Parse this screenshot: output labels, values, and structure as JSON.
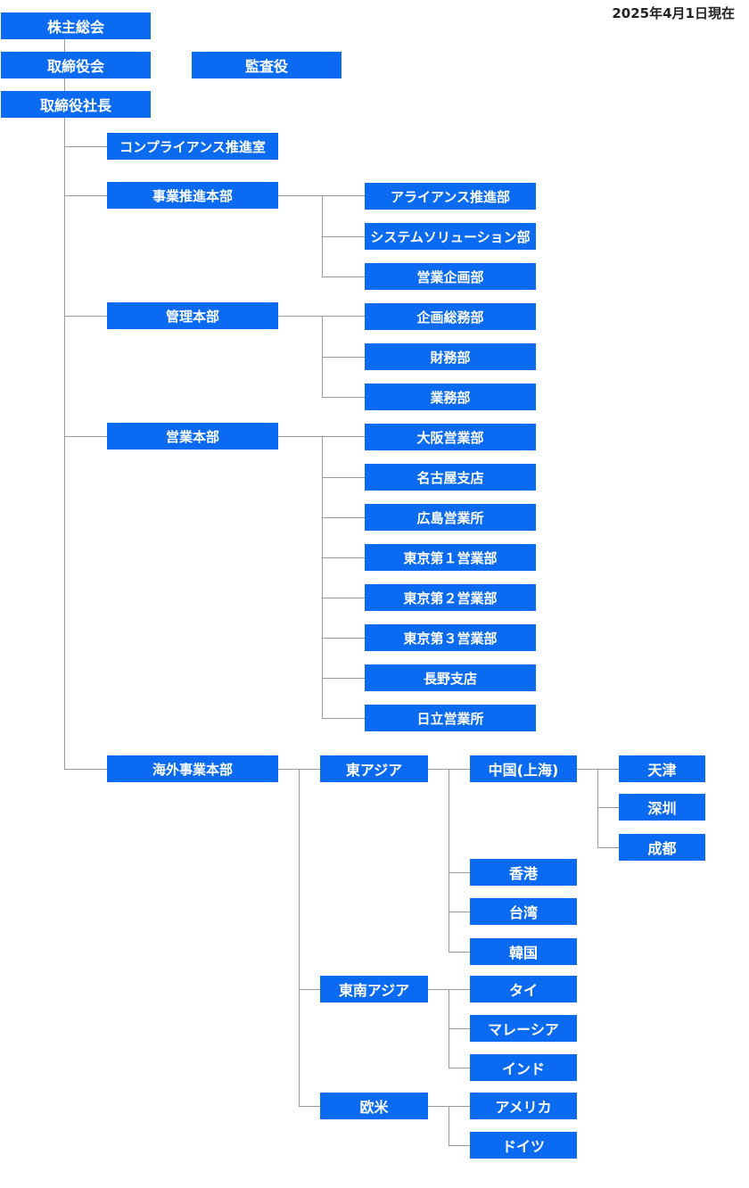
{
  "date": "2025年4月1日現在",
  "top": {
    "shareholders": "株主総会",
    "board": "取締役会",
    "auditor": "監査役",
    "president": "取締役社長"
  },
  "compliance": "コンプライアンス推進室",
  "business_hq": {
    "name": "事業推進本部",
    "depts": [
      "アライアンス推進部",
      "システムソリューション部",
      "営業企画部"
    ]
  },
  "admin_hq": {
    "name": "管理本部",
    "depts": [
      "企画総務部",
      "財務部",
      "業務部"
    ]
  },
  "sales_hq": {
    "name": "営業本部",
    "depts": [
      "大阪営業部",
      "名古屋支店",
      "広島営業所",
      "東京第１営業部",
      "東京第２営業部",
      "東京第３営業部",
      "長野支店",
      "日立営業所"
    ]
  },
  "overseas_hq": {
    "name": "海外事業本部",
    "east_asia": {
      "name": "東アジア",
      "china": {
        "name": "中国(上海)",
        "cities": [
          "天津",
          "深圳",
          "成都"
        ]
      },
      "others": [
        "香港",
        "台湾",
        "韓国"
      ]
    },
    "southeast_asia": {
      "name": "東南アジア",
      "countries": [
        "タイ",
        "マレーシア",
        "インド"
      ]
    },
    "west": {
      "name": "欧米",
      "countries": [
        "アメリカ",
        "ドイツ"
      ]
    }
  }
}
